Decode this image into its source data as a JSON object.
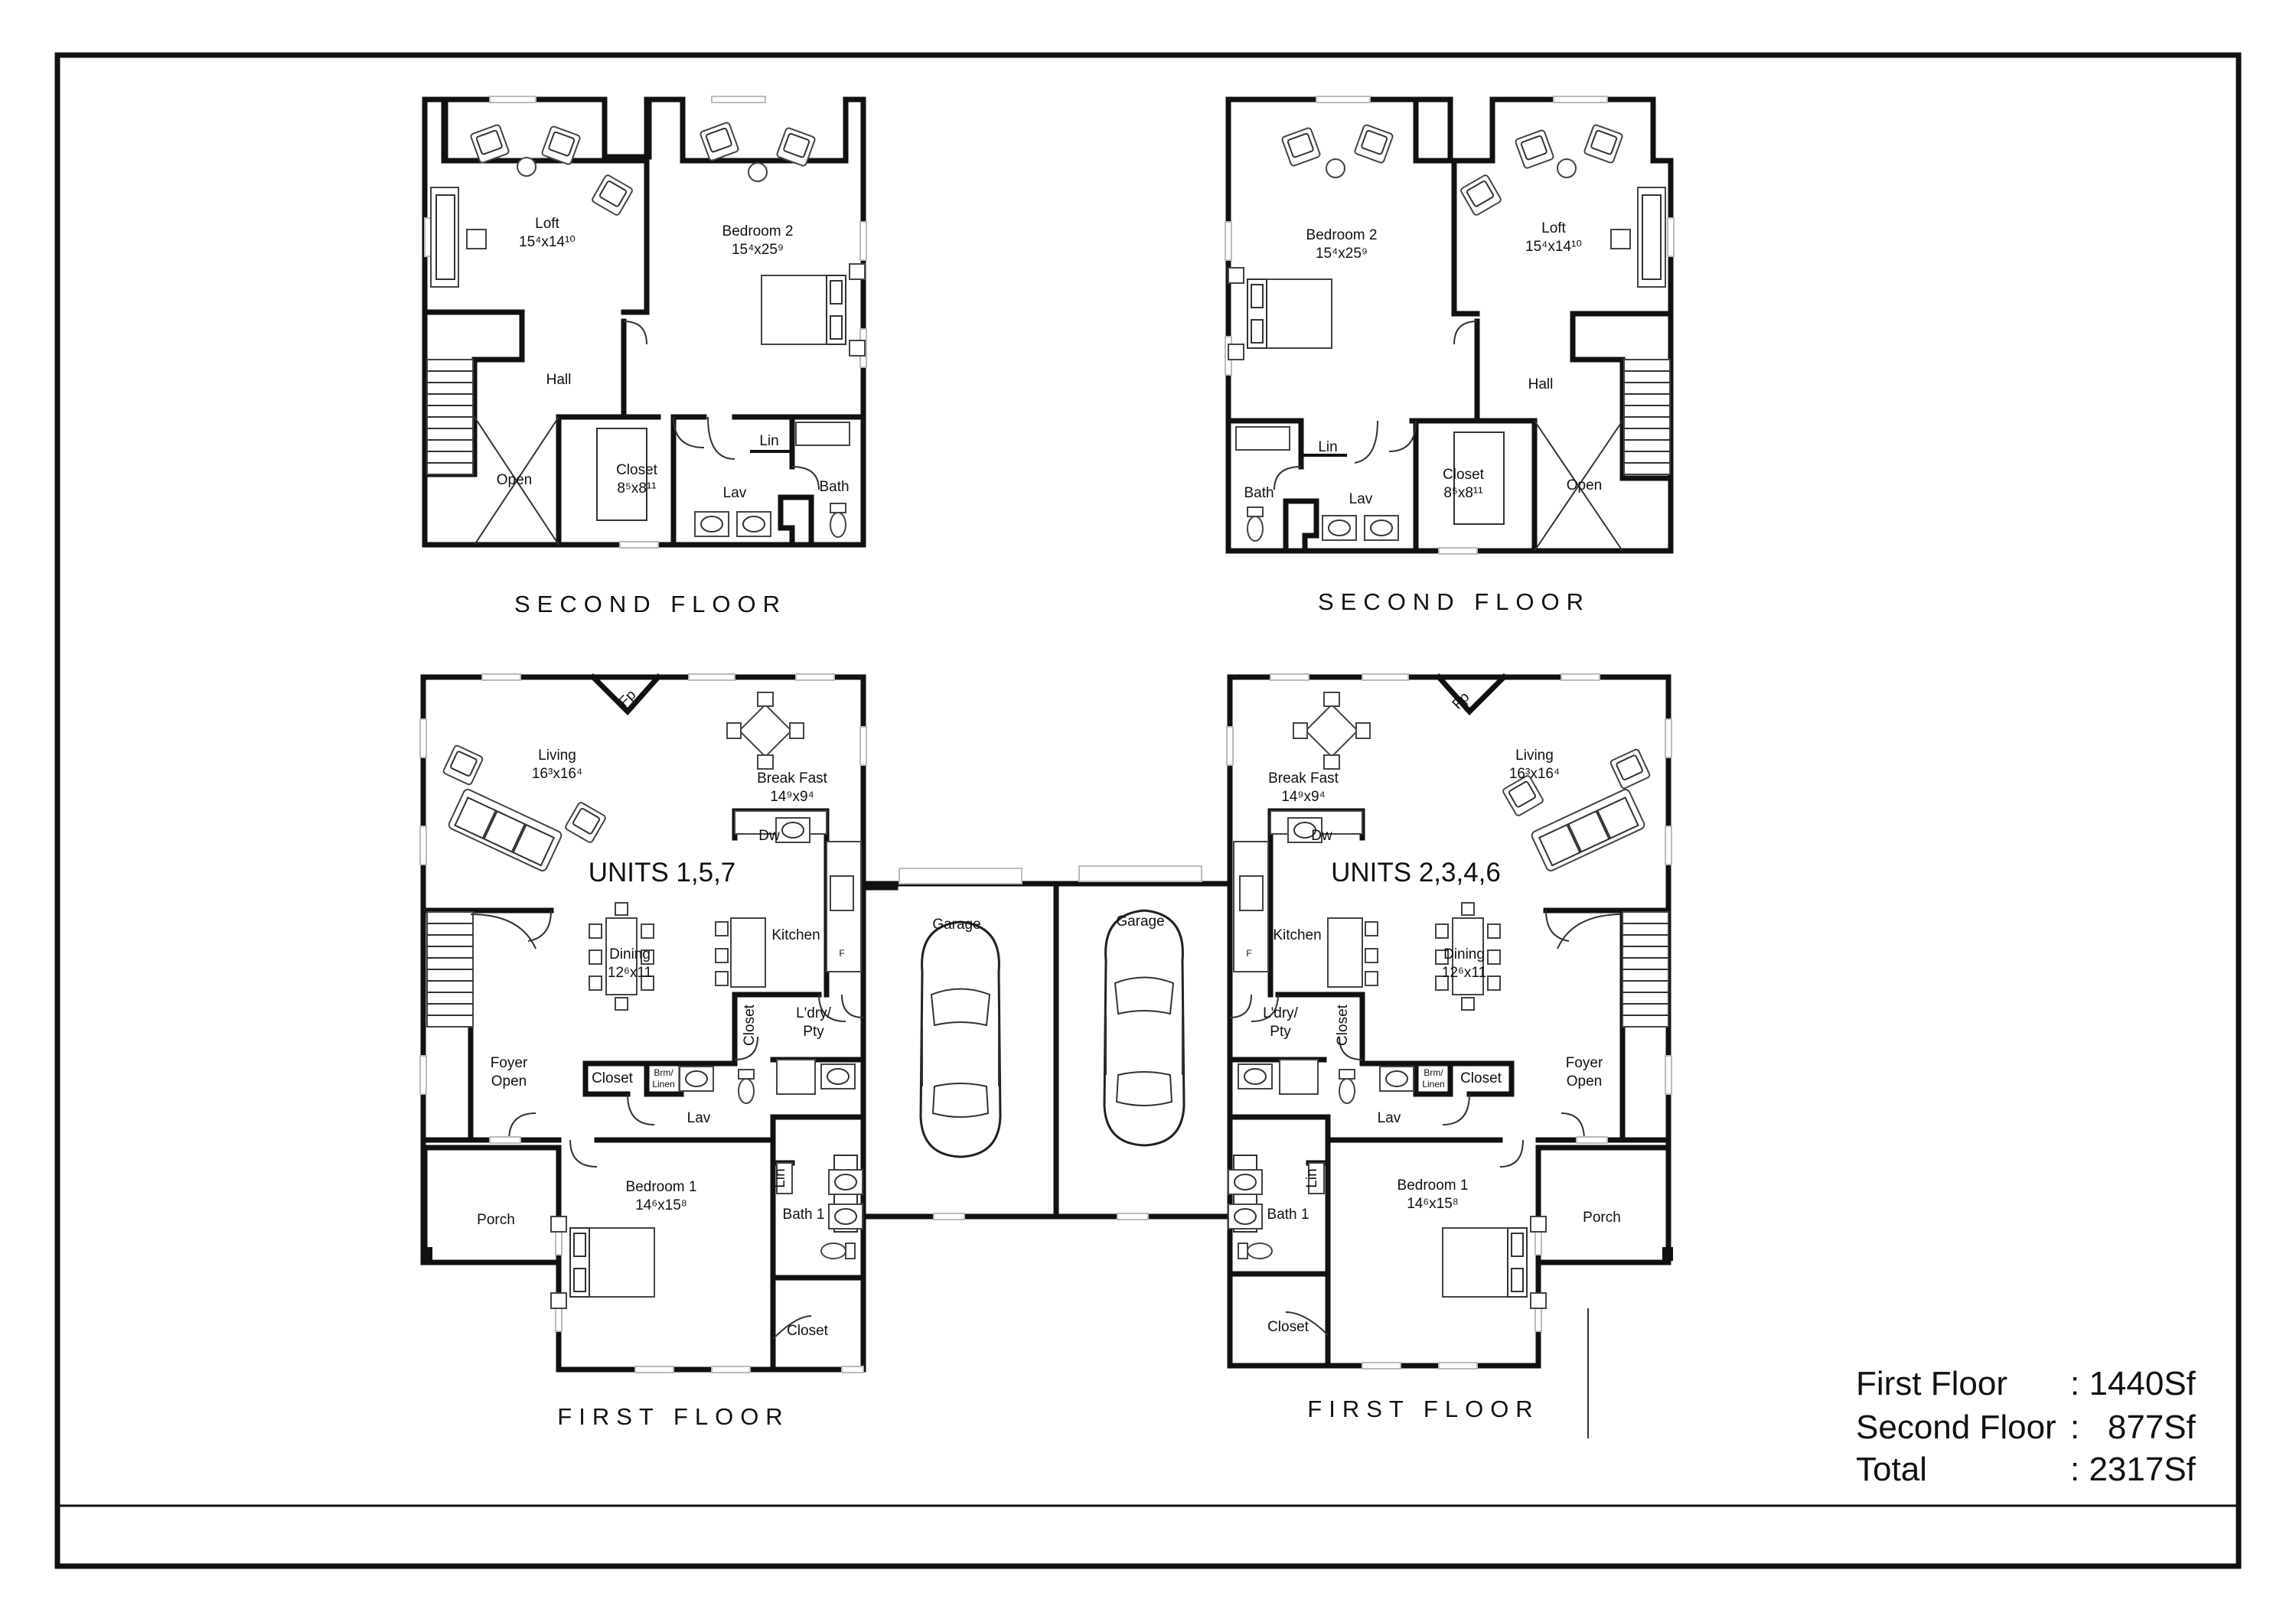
{
  "units": {
    "left": "UNITS 1,5,7",
    "right": "UNITS 2,3,4,6"
  },
  "floor_titles": {
    "second": "SECOND FLOOR",
    "first": "FIRST FLOOR"
  },
  "rooms": {
    "loft": "Loft",
    "loft_dim": "15⁴x14¹⁰",
    "bedroom2": "Bedroom 2",
    "bedroom2_dim": "15⁴x25⁹",
    "hall": "Hall",
    "open": "Open",
    "closet": "Closet",
    "closet2_dim": "8⁵x8¹¹",
    "lin": "Lin",
    "lav": "Lav",
    "bath": "Bath",
    "living": "Living",
    "living_dim": "16³x16⁴",
    "breakfast": "Break Fast",
    "breakfast_dim": "14⁹x9⁴",
    "fp": "Fp",
    "dw": "Dw",
    "kitchen": "Kitchen",
    "dining": "Dining",
    "dining_dim": "12⁶x11",
    "laundry_1": "L'dry/",
    "laundry_2": "Pty",
    "foyer_1": "Foyer",
    "foyer_2": "Open",
    "brm_1": "Brm/",
    "brm_2": "Linen",
    "bedroom1": "Bedroom 1",
    "bedroom1_dim": "14⁶x15⁸",
    "bath1": "Bath 1",
    "porch": "Porch",
    "garage": "Garage",
    "f": "F"
  },
  "summary": {
    "rows": [
      {
        "label": "First Floor",
        "value": ": 1440Sf"
      },
      {
        "label": "Second Floor",
        "value": ":   877Sf"
      },
      {
        "label": "Total",
        "value": ": 2317Sf"
      }
    ]
  }
}
